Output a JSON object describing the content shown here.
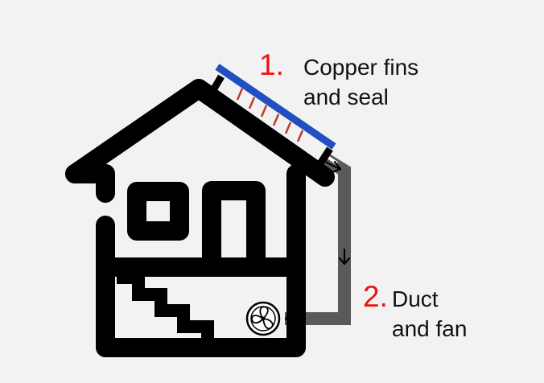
{
  "steps": [
    {
      "number": "1.",
      "line1": "Copper fins",
      "line2": "and seal"
    },
    {
      "number": "2.",
      "line1": "Duct",
      "line2": "and fan"
    }
  ],
  "colors": {
    "background": "#f2f2f2",
    "house": "#000000",
    "panel_top": "#1f4fc1",
    "fins": "#c0392b",
    "duct": "#5a5a5a",
    "step_number": "#ee1111",
    "text": "#111111"
  },
  "icons": [
    "house-icon",
    "solar-panel-icon",
    "fan-icon",
    "arrow-right-icon",
    "arrow-down-icon",
    "arrow-left-icon"
  ]
}
